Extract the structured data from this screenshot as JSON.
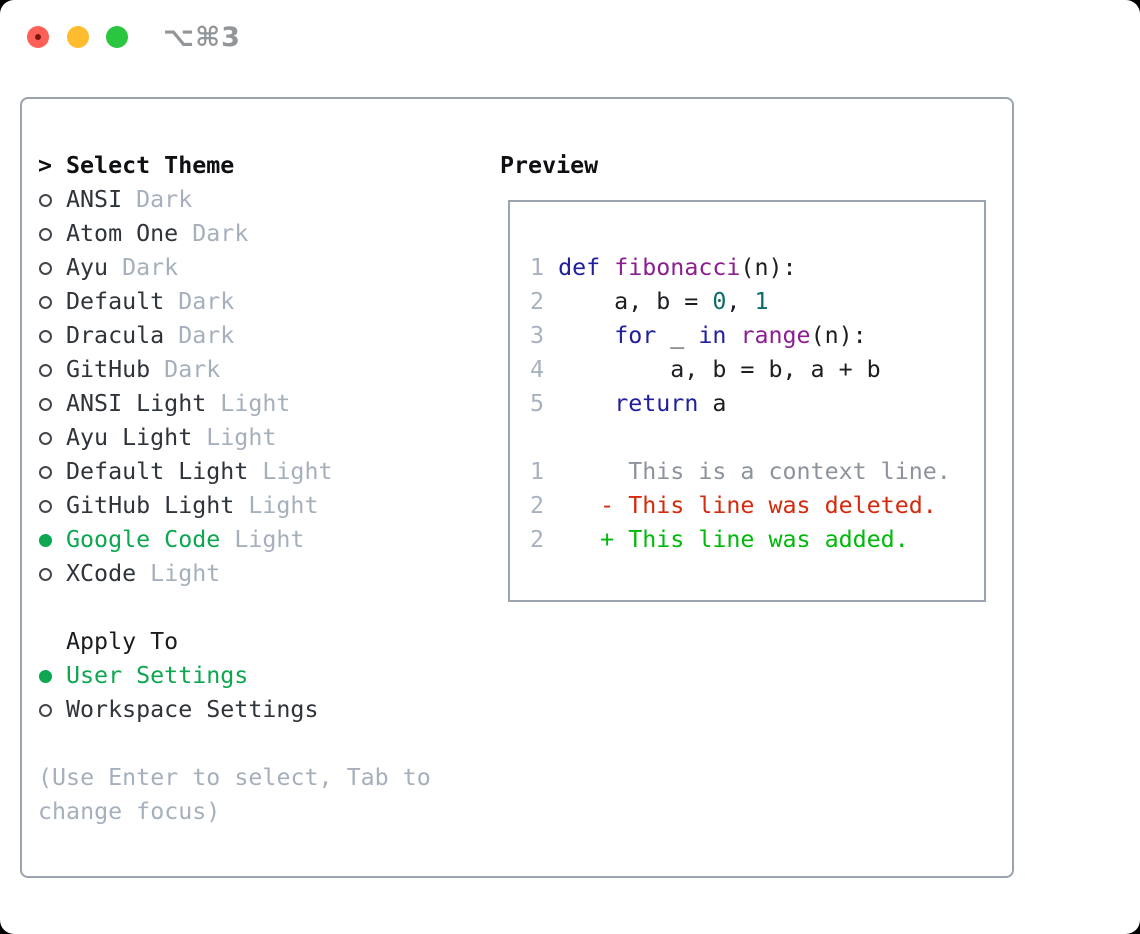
{
  "window": {
    "title": "⌥⌘3",
    "traffic_lights": [
      {
        "name": "close-button",
        "color_key": "light_red"
      },
      {
        "name": "minimize-button",
        "color_key": "light_yellow"
      },
      {
        "name": "zoom-button",
        "color_key": "light_green"
      }
    ]
  },
  "theme_selector": {
    "header": {
      "prefix": ">",
      "label": "Select Theme"
    },
    "items": [
      {
        "name": "ANSI",
        "variant": "Dark",
        "selected": false
      },
      {
        "name": "Atom One",
        "variant": "Dark",
        "selected": false
      },
      {
        "name": "Ayu",
        "variant": "Dark",
        "selected": false
      },
      {
        "name": "Default",
        "variant": "Dark",
        "selected": false
      },
      {
        "name": "Dracula",
        "variant": "Dark",
        "selected": false
      },
      {
        "name": "GitHub",
        "variant": "Dark",
        "selected": false
      },
      {
        "name": "ANSI Light",
        "variant": "Light",
        "selected": false
      },
      {
        "name": "Ayu Light",
        "variant": "Light",
        "selected": false
      },
      {
        "name": "Default Light",
        "variant": "Light",
        "selected": false
      },
      {
        "name": "GitHub Light",
        "variant": "Light",
        "selected": false
      },
      {
        "name": "Google Code",
        "variant": "Light",
        "selected": true
      },
      {
        "name": "XCode",
        "variant": "Light",
        "selected": false
      }
    ],
    "apply_to": {
      "label": "Apply To",
      "options": [
        {
          "name": "User Settings",
          "selected": true
        },
        {
          "name": "Workspace Settings",
          "selected": false
        }
      ]
    },
    "help_text": "(Use Enter to select, Tab to change focus)"
  },
  "preview": {
    "label": "Preview",
    "code_lines": [
      [
        {
          "t": " 1 ",
          "c": "num"
        },
        {
          "t": "def ",
          "c": "kw"
        },
        {
          "t": "fibonacci",
          "c": "fn"
        },
        {
          "t": "(n):",
          "c": "pl"
        }
      ],
      [
        {
          "t": " 2 ",
          "c": "num"
        },
        {
          "t": "    a, b = ",
          "c": "pl"
        },
        {
          "t": "0",
          "c": "lit"
        },
        {
          "t": ", ",
          "c": "pl"
        },
        {
          "t": "1",
          "c": "lit"
        }
      ],
      [
        {
          "t": " 3 ",
          "c": "num"
        },
        {
          "t": "    ",
          "c": "pl"
        },
        {
          "t": "for",
          "c": "kw"
        },
        {
          "t": " _ ",
          "c": "pl"
        },
        {
          "t": "in",
          "c": "kw"
        },
        {
          "t": " ",
          "c": "pl"
        },
        {
          "t": "range",
          "c": "fn"
        },
        {
          "t": "(n):",
          "c": "pl"
        }
      ],
      [
        {
          "t": " 4 ",
          "c": "num"
        },
        {
          "t": "        a, b = b, a + b",
          "c": "pl"
        }
      ],
      [
        {
          "t": " 5 ",
          "c": "num"
        },
        {
          "t": "    ",
          "c": "pl"
        },
        {
          "t": "return",
          "c": "kw"
        },
        {
          "t": " a",
          "c": "pl"
        }
      ],
      [],
      [
        {
          "t": " 1 ",
          "c": "num"
        },
        {
          "t": "     This is a context line.",
          "c": "ctx"
        }
      ],
      [
        {
          "t": " 2 ",
          "c": "num"
        },
        {
          "t": "   - This line was deleted.",
          "c": "del"
        }
      ],
      [
        {
          "t": " 2 ",
          "c": "num"
        },
        {
          "t": "   + This line was added.",
          "c": "add"
        }
      ]
    ]
  },
  "colors": {
    "accent_green": "#0ca750",
    "kw": "#20209d",
    "fn": "#8a1f8f",
    "lit": "#0e6b6b",
    "plain": "#1c1e21",
    "line_num": "#a8b2bf",
    "context": "#8d939c",
    "deleted": "#d42a0d",
    "added": "#00b90a",
    "muted": "#a6b0bc",
    "text_dark": "#2f343a",
    "header_text": "#0e1013",
    "apply_text": "#1a1d20",
    "border_gray": "#9aa3ae",
    "circle_outline": "#43484e",
    "title_gray": "#929699",
    "light_red": "#fe5f57",
    "light_red_dot": "#7d160d",
    "light_yellow": "#febc2e",
    "light_green": "#2ac63f"
  }
}
